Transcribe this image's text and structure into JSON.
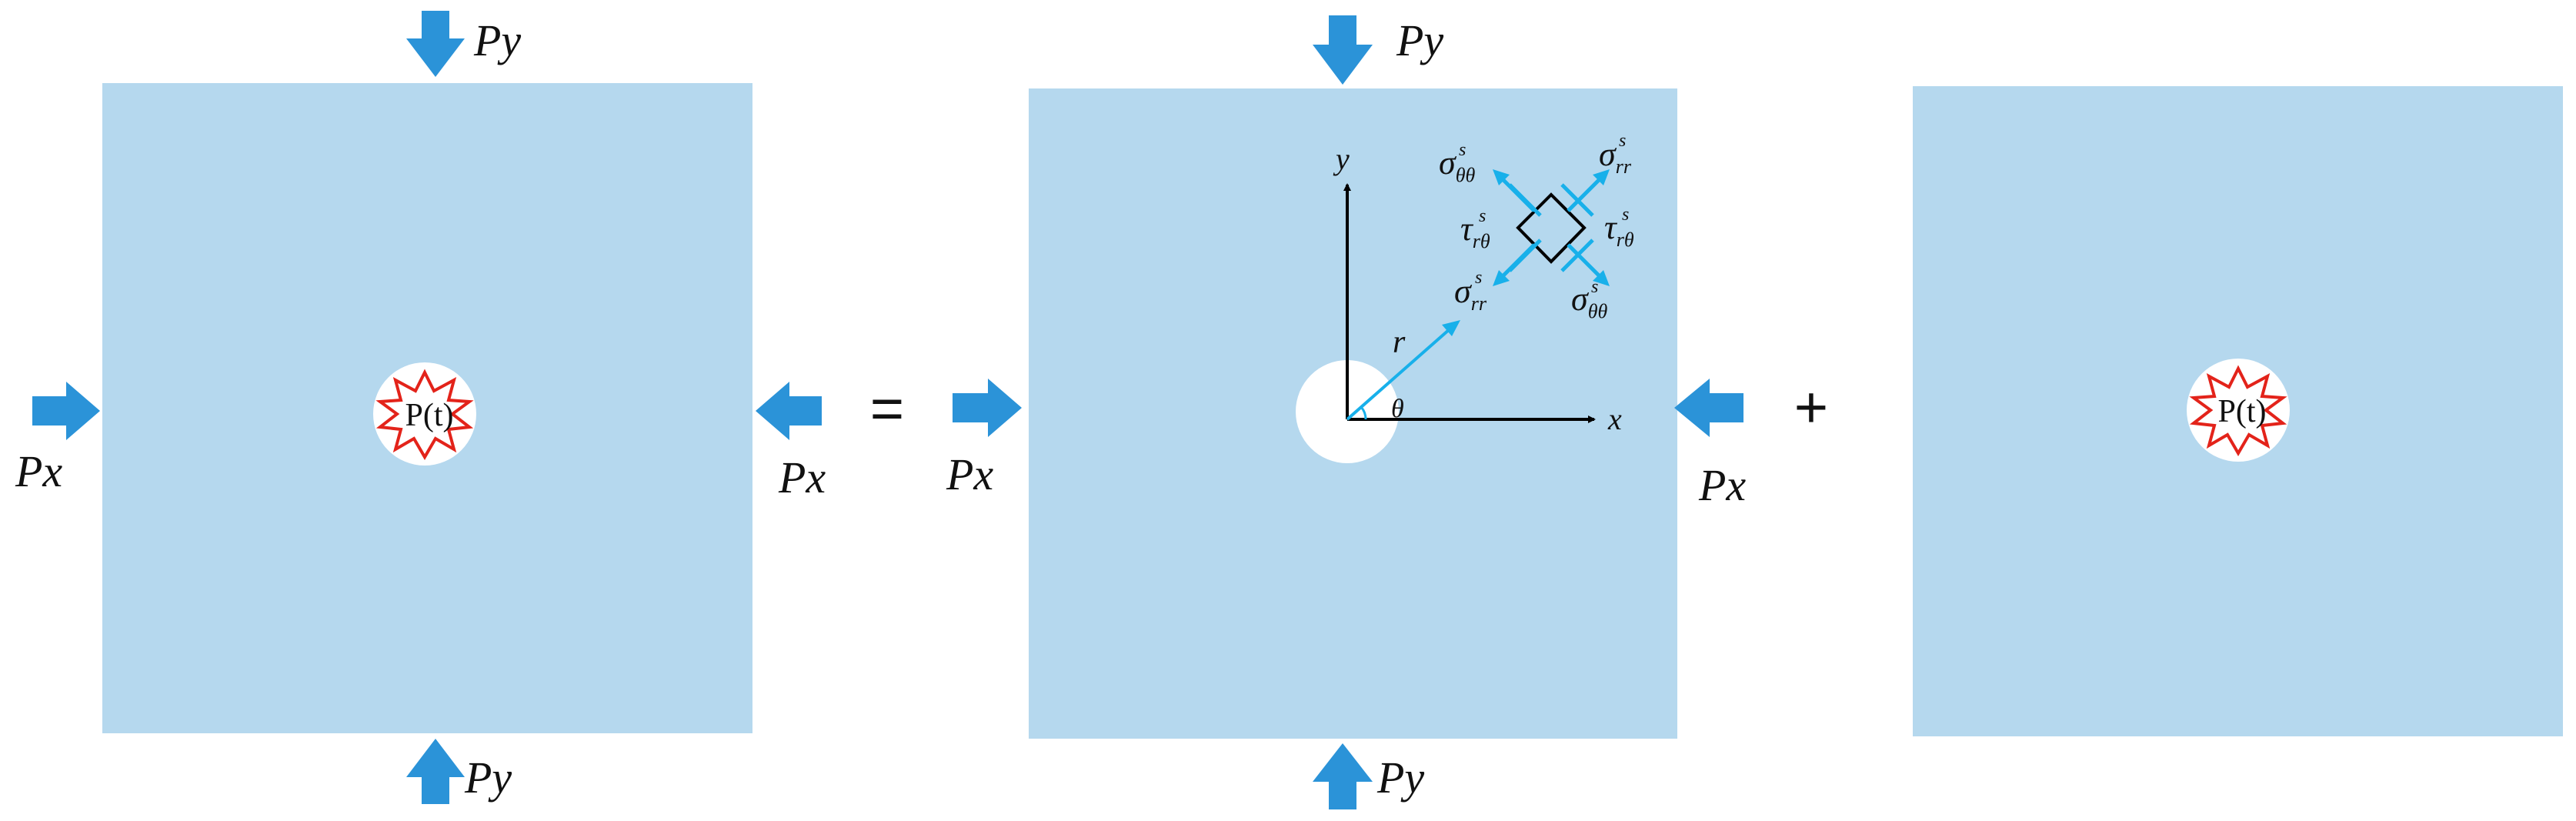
{
  "colors": {
    "plate": "#b5d8ee",
    "arrow": "#2b93d8",
    "stress_arrow": "#18b0ea",
    "burst_fill": "#ffffff",
    "burst_stroke": "#e3231a",
    "axis": "#000000"
  },
  "panel_left": {
    "load_top": "Py",
    "load_bottom": "Py",
    "load_left": "Px",
    "load_right": "Px",
    "blast_label": "P(t)"
  },
  "equals_sign": "=",
  "panel_middle": {
    "load_top": "Py",
    "load_bottom": "Py",
    "load_left": "Px",
    "load_right": "Px",
    "axis_x": "x",
    "axis_y": "y",
    "radius_label": "r",
    "angle_label": "θ",
    "stress": {
      "sigma_theta_top": {
        "base": "σ",
        "sub": "θθ",
        "sup": "s"
      },
      "sigma_rr_top": {
        "base": "σ",
        "sub": "rr",
        "sup": "s"
      },
      "tau_left": {
        "base": "τ",
        "sub": "rθ",
        "sup": "s"
      },
      "tau_right": {
        "base": "τ",
        "sub": "rθ",
        "sup": "s"
      },
      "sigma_rr_bottom": {
        "base": "σ",
        "sub": "rr",
        "sup": "s"
      },
      "sigma_theta_bottom": {
        "base": "σ",
        "sub": "θθ",
        "sup": "s"
      }
    }
  },
  "plus_sign": "+",
  "panel_right": {
    "blast_label": "P(t)"
  }
}
